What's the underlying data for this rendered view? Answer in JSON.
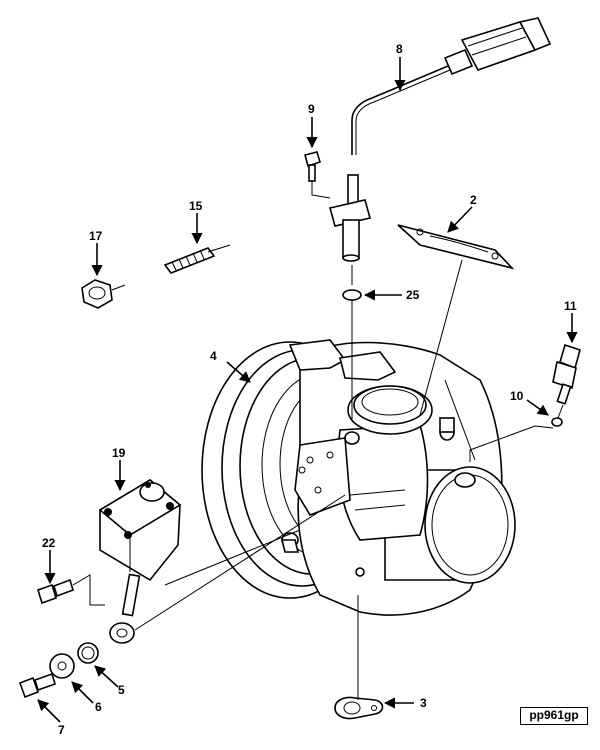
{
  "figure_id": "pp961gp",
  "callouts": {
    "c2": "2",
    "c3": "3",
    "c4": "4",
    "c5": "5",
    "c6": "6",
    "c7": "7",
    "c8": "8",
    "c9": "9",
    "c10": "10",
    "c11": "11",
    "c15": "15",
    "c17": "17",
    "c19": "19",
    "c22": "22",
    "c25": "25"
  }
}
